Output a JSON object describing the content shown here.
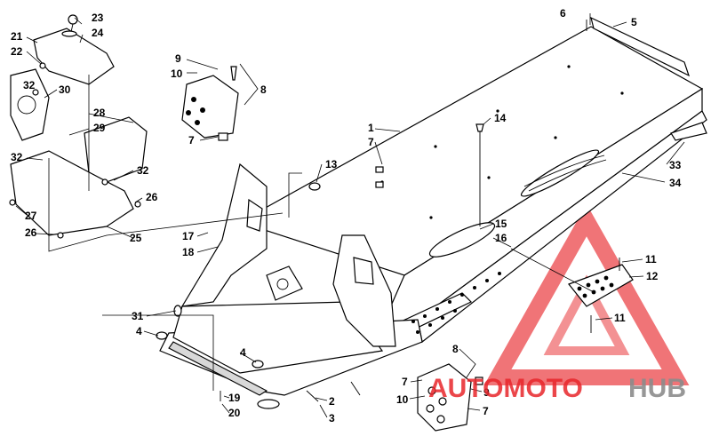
{
  "diagram": {
    "callouts": [
      {
        "id": "c23",
        "label": "23"
      },
      {
        "id": "c24",
        "label": "24"
      },
      {
        "id": "c21",
        "label": "21"
      },
      {
        "id": "c22",
        "label": "22"
      },
      {
        "id": "c32a",
        "label": "32"
      },
      {
        "id": "c30",
        "label": "30"
      },
      {
        "id": "c28",
        "label": "28"
      },
      {
        "id": "c29",
        "label": "29"
      },
      {
        "id": "c32b",
        "label": "32"
      },
      {
        "id": "c32c",
        "label": "32"
      },
      {
        "id": "c26a",
        "label": "26"
      },
      {
        "id": "c27",
        "label": "27"
      },
      {
        "id": "c26b",
        "label": "26"
      },
      {
        "id": "c25",
        "label": "25"
      },
      {
        "id": "c9a",
        "label": "9"
      },
      {
        "id": "c10a",
        "label": "10"
      },
      {
        "id": "c8a",
        "label": "8"
      },
      {
        "id": "c7a",
        "label": "7"
      },
      {
        "id": "c6",
        "label": "6"
      },
      {
        "id": "c5",
        "label": "5"
      },
      {
        "id": "c1",
        "label": "1"
      },
      {
        "id": "c7b",
        "label": "7"
      },
      {
        "id": "c14",
        "label": "14"
      },
      {
        "id": "c13",
        "label": "13"
      },
      {
        "id": "c33",
        "label": "33"
      },
      {
        "id": "c34",
        "label": "34"
      },
      {
        "id": "c17",
        "label": "17"
      },
      {
        "id": "c18",
        "label": "18"
      },
      {
        "id": "c15",
        "label": "15"
      },
      {
        "id": "c16",
        "label": "16"
      },
      {
        "id": "c11a",
        "label": "11"
      },
      {
        "id": "c12",
        "label": "12"
      },
      {
        "id": "c11b",
        "label": "11"
      },
      {
        "id": "c31",
        "label": "31"
      },
      {
        "id": "c4a",
        "label": "4"
      },
      {
        "id": "c4b",
        "label": "4"
      },
      {
        "id": "c8b",
        "label": "8"
      },
      {
        "id": "c7c",
        "label": "7"
      },
      {
        "id": "c9b",
        "label": "9"
      },
      {
        "id": "c10b",
        "label": "10"
      },
      {
        "id": "c7d",
        "label": "7"
      },
      {
        "id": "c19",
        "label": "19"
      },
      {
        "id": "c20",
        "label": "20"
      },
      {
        "id": "c2",
        "label": "2"
      },
      {
        "id": "c3",
        "label": "3"
      }
    ]
  },
  "watermark": {
    "brand_part1": "AUTOMOTO",
    "brand_part2": "HUB",
    "color_red": "#e8262b",
    "color_grey": "#8c8c8c"
  }
}
